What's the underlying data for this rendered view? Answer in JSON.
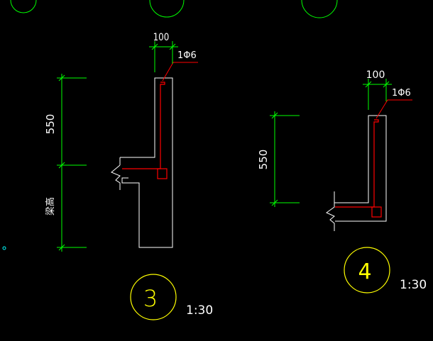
{
  "detail_3": {
    "top_dim": "100",
    "rebar_label": "1Φ6",
    "height_dim": "550",
    "lower_dim": "梁高",
    "number": "3",
    "scale": "1:30"
  },
  "detail_4": {
    "top_dim": "100",
    "rebar_label": "1Φ6",
    "height_dim": "550",
    "number": "4",
    "scale": "1:30"
  },
  "colors": {
    "background": "#000000",
    "outline": "#ffffff",
    "dimension": "#00ff00",
    "rebar": "#ff0000",
    "leader": "#ff0000",
    "bubble": "#ffff00",
    "text": "#ffffff"
  }
}
